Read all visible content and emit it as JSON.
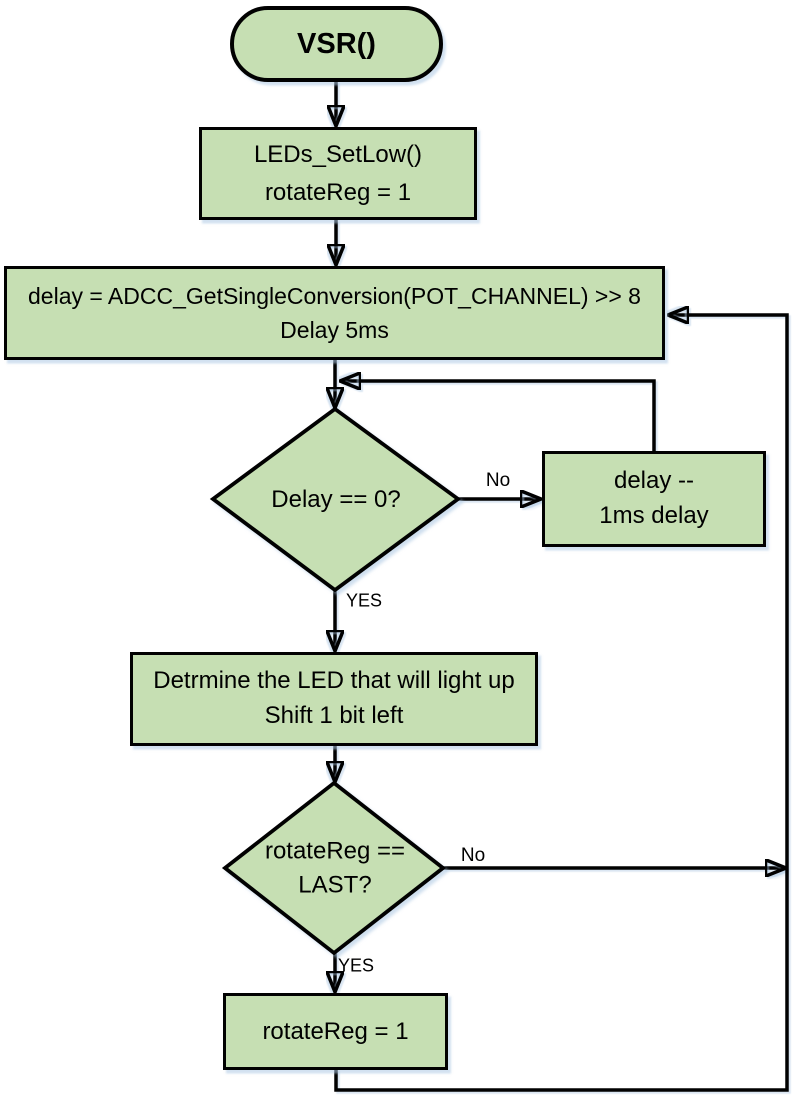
{
  "diagram": {
    "type": "flowchart",
    "title": "VSR()",
    "colors": {
      "node_fill": "#c6dfb3",
      "node_border": "#010101",
      "connector": "#010101",
      "shadow_tint": "#adc8e3"
    },
    "nodes": {
      "start": {
        "shape": "terminator",
        "label": "VSR()"
      },
      "init": {
        "shape": "process",
        "lines": [
          "LEDs_SetLow()",
          "rotateReg = 1"
        ]
      },
      "read_adc": {
        "shape": "process",
        "lines": [
          "delay = ADCC_GetSingleConversion(POT_CHANNEL) >> 8",
          "Delay 5ms"
        ]
      },
      "delay_check": {
        "shape": "decision",
        "label": "Delay == 0?"
      },
      "decrement": {
        "shape": "process",
        "lines": [
          "delay --",
          "1ms delay"
        ]
      },
      "determine": {
        "shape": "process",
        "lines": [
          "Detrmine the LED that will light up",
          "Shift 1 bit left"
        ]
      },
      "rotate_check": {
        "shape": "decision",
        "lines": [
          "rotateReg ==",
          "LAST?"
        ]
      },
      "reset": {
        "shape": "process",
        "label": "rotateReg = 1"
      }
    },
    "edges": [
      {
        "from": "start",
        "to": "init",
        "label": ""
      },
      {
        "from": "init",
        "to": "read_adc",
        "label": ""
      },
      {
        "from": "read_adc",
        "to": "delay_check",
        "label": ""
      },
      {
        "from": "delay_check",
        "to": "decrement",
        "label": "No"
      },
      {
        "from": "decrement",
        "to": "delay_check",
        "label": ""
      },
      {
        "from": "delay_check",
        "to": "determine",
        "label": "YES"
      },
      {
        "from": "determine",
        "to": "rotate_check",
        "label": ""
      },
      {
        "from": "rotate_check",
        "to": "reset",
        "label": "YES"
      },
      {
        "from": "rotate_check",
        "to": "read_adc",
        "label": "No"
      },
      {
        "from": "reset",
        "to": "read_adc",
        "label": ""
      }
    ]
  }
}
